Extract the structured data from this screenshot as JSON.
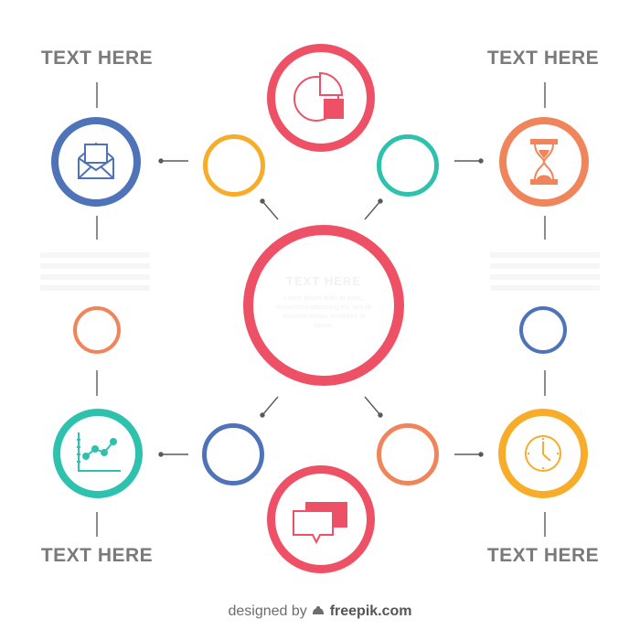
{
  "labels": {
    "top_left": "TEXT HERE",
    "top_right": "TEXT HERE",
    "bottom_left": "TEXT HERE",
    "bottom_right": "TEXT HERE"
  },
  "center": {
    "title": "TEXT HERE",
    "body": "Lorem ipsum dolor sit amet, consectetur adipiscing elit, sed do eiusmod tempor incididunt ut labore."
  },
  "credit": {
    "prefix": "designed by",
    "brand": "freepik.com"
  },
  "colors": {
    "red": "#ee5066",
    "blue": "#4e73b8",
    "orange": "#f0845a",
    "yellow": "#f7ad2a",
    "teal": "#2ec2ae",
    "line": "#5a5a5a",
    "label": "#7a7a7a"
  },
  "icons": {
    "top": "pie-chart-icon",
    "top_left": "envelope-icon",
    "top_right": "hourglass-icon",
    "bottom_left": "line-chart-icon",
    "bottom_right": "clock-icon",
    "bottom": "speech-bubbles-icon"
  }
}
